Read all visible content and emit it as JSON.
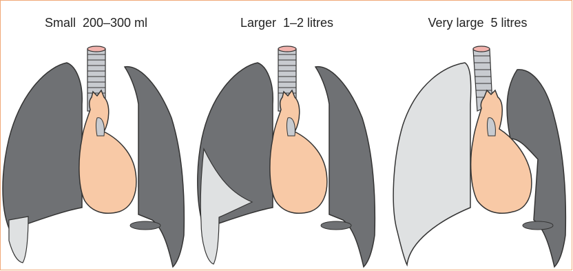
{
  "colors": {
    "frame": "#f0a878",
    "lung": "#6f7174",
    "fluid": "#dfe1e2",
    "heart": "#f8c9a6",
    "heart_stroke": "#333333",
    "trachea_ring": "#c8cbd0",
    "trachea_cap": "#f2b3ad"
  },
  "panels": [
    {
      "label": "Small  200–300 ml",
      "effusion_level": "small"
    },
    {
      "label": "Larger  1–2 litres",
      "effusion_level": "larger"
    },
    {
      "label": "Very large  5 litres",
      "effusion_level": "very-large"
    }
  ]
}
